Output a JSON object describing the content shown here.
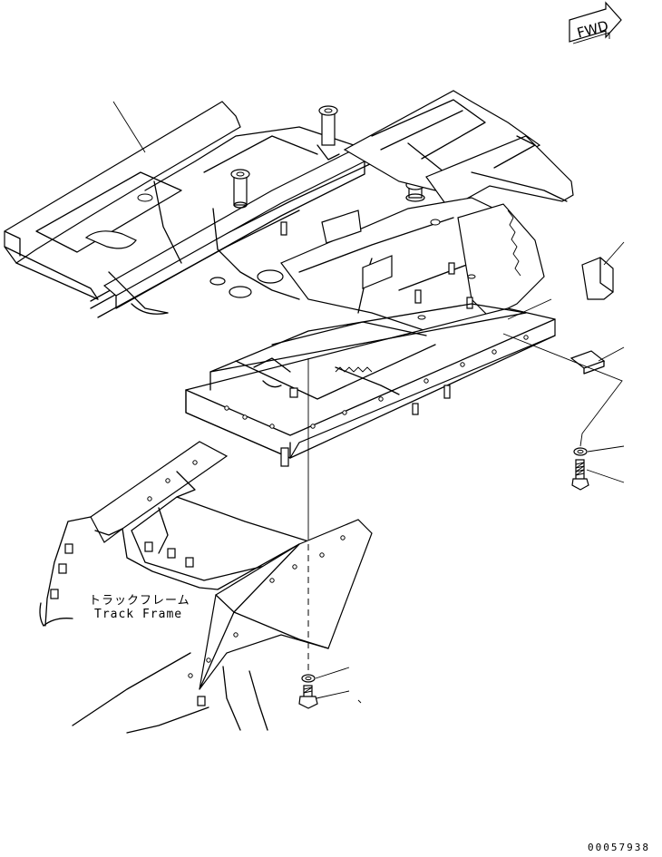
{
  "labels": {
    "track_frame_jp": "トラックフレーム",
    "track_frame_en": "Track Frame",
    "fwd": "FWD",
    "doc_number": "00057938"
  },
  "colors": {
    "line": "#000000",
    "background": "#ffffff"
  }
}
